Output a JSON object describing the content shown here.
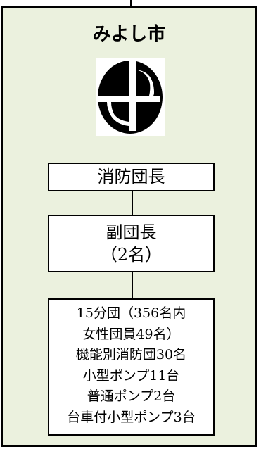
{
  "title": "みよし市",
  "emblem": {
    "icon": "city-emblem-icon"
  },
  "chief": {
    "label": "消防団長"
  },
  "vice": {
    "lines": [
      "副団長",
      "（2名）"
    ]
  },
  "units": {
    "lines": [
      "15分団（356名内",
      "女性団員49名）",
      "機能別消防団30名",
      "小型ポンプ11台",
      "普通ポンプ2台",
      "台車付小型ポンプ3台"
    ]
  },
  "colors": {
    "panel_background": "#ebf1de",
    "box_background": "#ffffff",
    "border": "#000000"
  }
}
